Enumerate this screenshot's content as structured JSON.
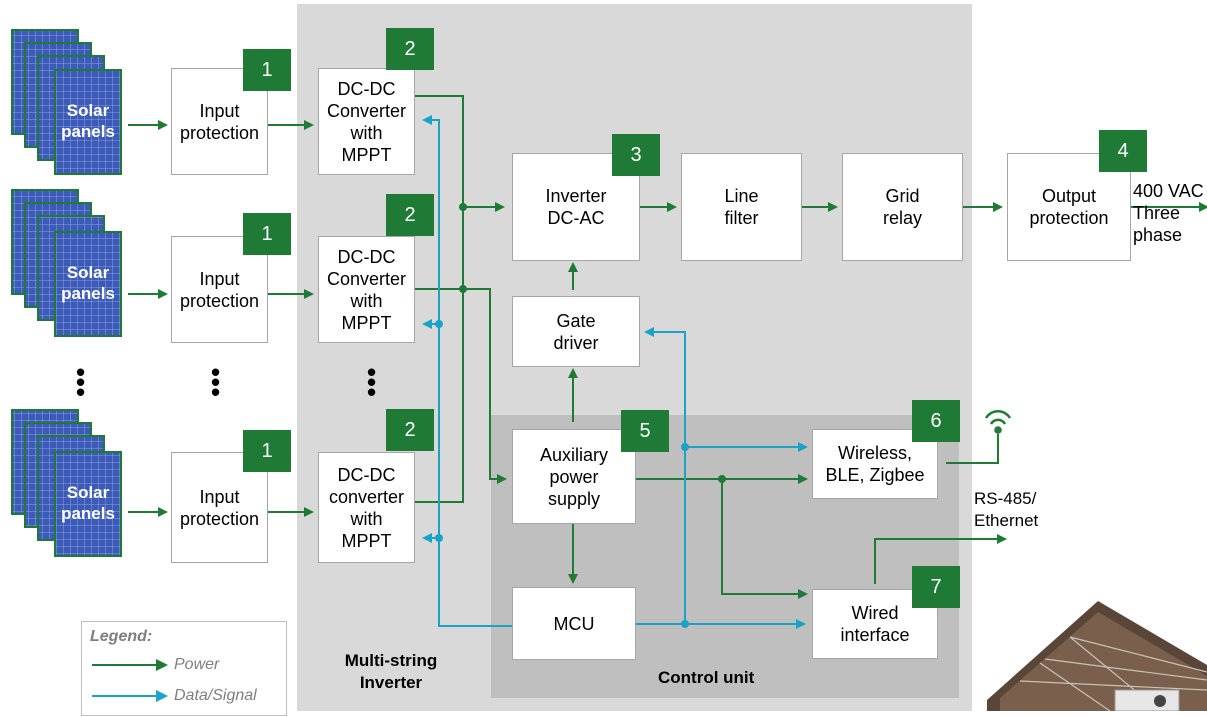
{
  "colors": {
    "power": "#1f7a35",
    "data": "#1ba3c6",
    "badge": "#1f7a35"
  },
  "solar_label": "Solar\npanels",
  "input_protection": "Input\nprotection",
  "converters": [
    "DC-DC\nConverter\nwith\nMPPT",
    "DC-DC\nConverter\nwith\nMPPT",
    "DC-DC\nconverter\nwith\nMPPT"
  ],
  "inverter": "Inverter\nDC-AC",
  "line_filter": "Line\nfilter",
  "grid_relay": "Grid\nrelay",
  "output_protection": "Output\nprotection",
  "output_label": "400 VAC\nThree\nphase",
  "gate_driver": "Gate\ndriver",
  "aux_supply": "Auxiliary\npower\nsupply",
  "mcu": "MCU",
  "wireless": "Wireless,\nBLE, Zigbee",
  "wired": "Wired\ninterface",
  "rs485_label": "RS-485/\nEthernet",
  "ellipsis": "•\n•\n•",
  "badges": {
    "input": "1",
    "converter": "2",
    "inverter": "3",
    "output": "4",
    "aux": "5",
    "wireless": "6",
    "wired": "7"
  },
  "region_inverter": "Multi-string\nInverter",
  "region_control": "Control unit",
  "legend": {
    "title": "Legend:",
    "power": "Power",
    "data": "Data/Signal"
  },
  "icons": {
    "wifi": "wifi-icon",
    "photo": "solar-installation-photo"
  }
}
